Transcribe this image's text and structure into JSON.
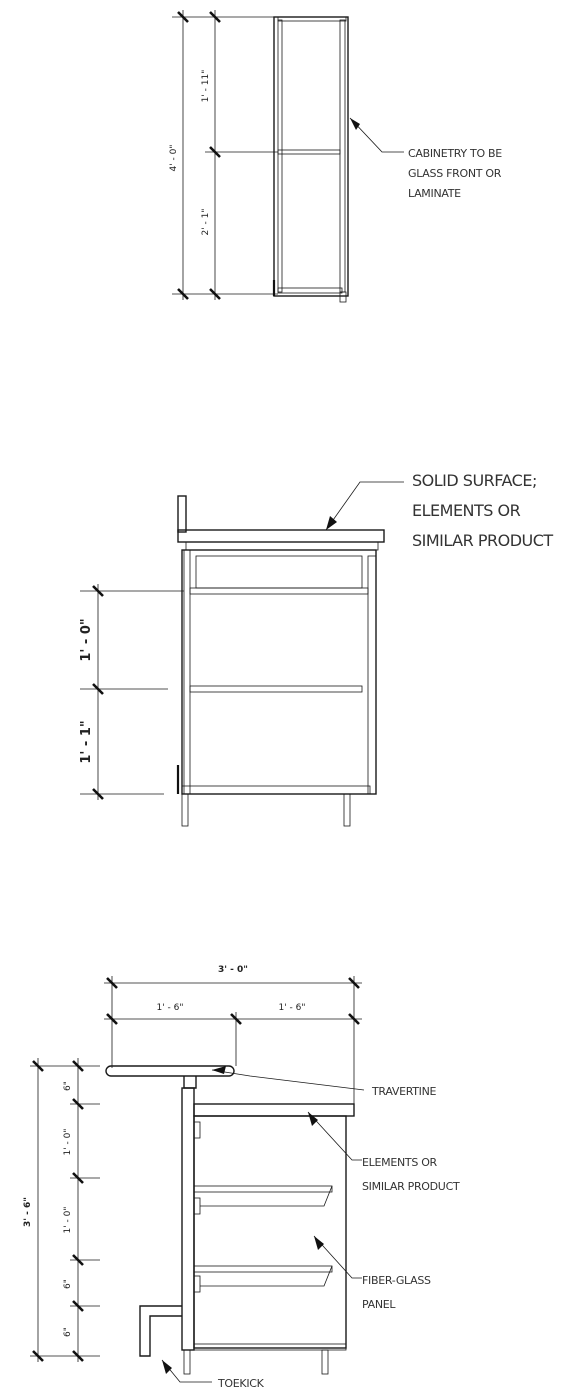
{
  "detail1": {
    "overall_dim": "4' - 0\"",
    "upper_dim": "1' - 11\"",
    "lower_dim": "2' - 1\"",
    "note_lines": [
      "CABINETRY TO BE",
      "GLASS FRONT OR",
      "LAMINATE"
    ]
  },
  "detail2": {
    "upper_dim": "1' - 0\"",
    "lower_dim": "1' - 1\"",
    "note_lines": [
      "SOLID SURFACE;",
      "ELEMENTS OR",
      "SIMILAR PRODUCT"
    ]
  },
  "detail3": {
    "top_dim": "3' - 0\"",
    "left_sub_dim": "1' - 6\"",
    "right_sub_dim": "1' - 6\"",
    "overall_dim": "3' - 6\"",
    "stack_dims": [
      "6\"",
      "1' - 0\"",
      "1' - 0\"",
      "6\"",
      "6\""
    ],
    "note_travertine": "TRAVERTINE",
    "note_elements_lines": [
      "ELEMENTS OR",
      "SIMILAR PRODUCT"
    ],
    "note_fiberglass_lines": [
      "FIBER-GLASS",
      "PANEL"
    ],
    "note_toekick": "TOEKICK"
  }
}
